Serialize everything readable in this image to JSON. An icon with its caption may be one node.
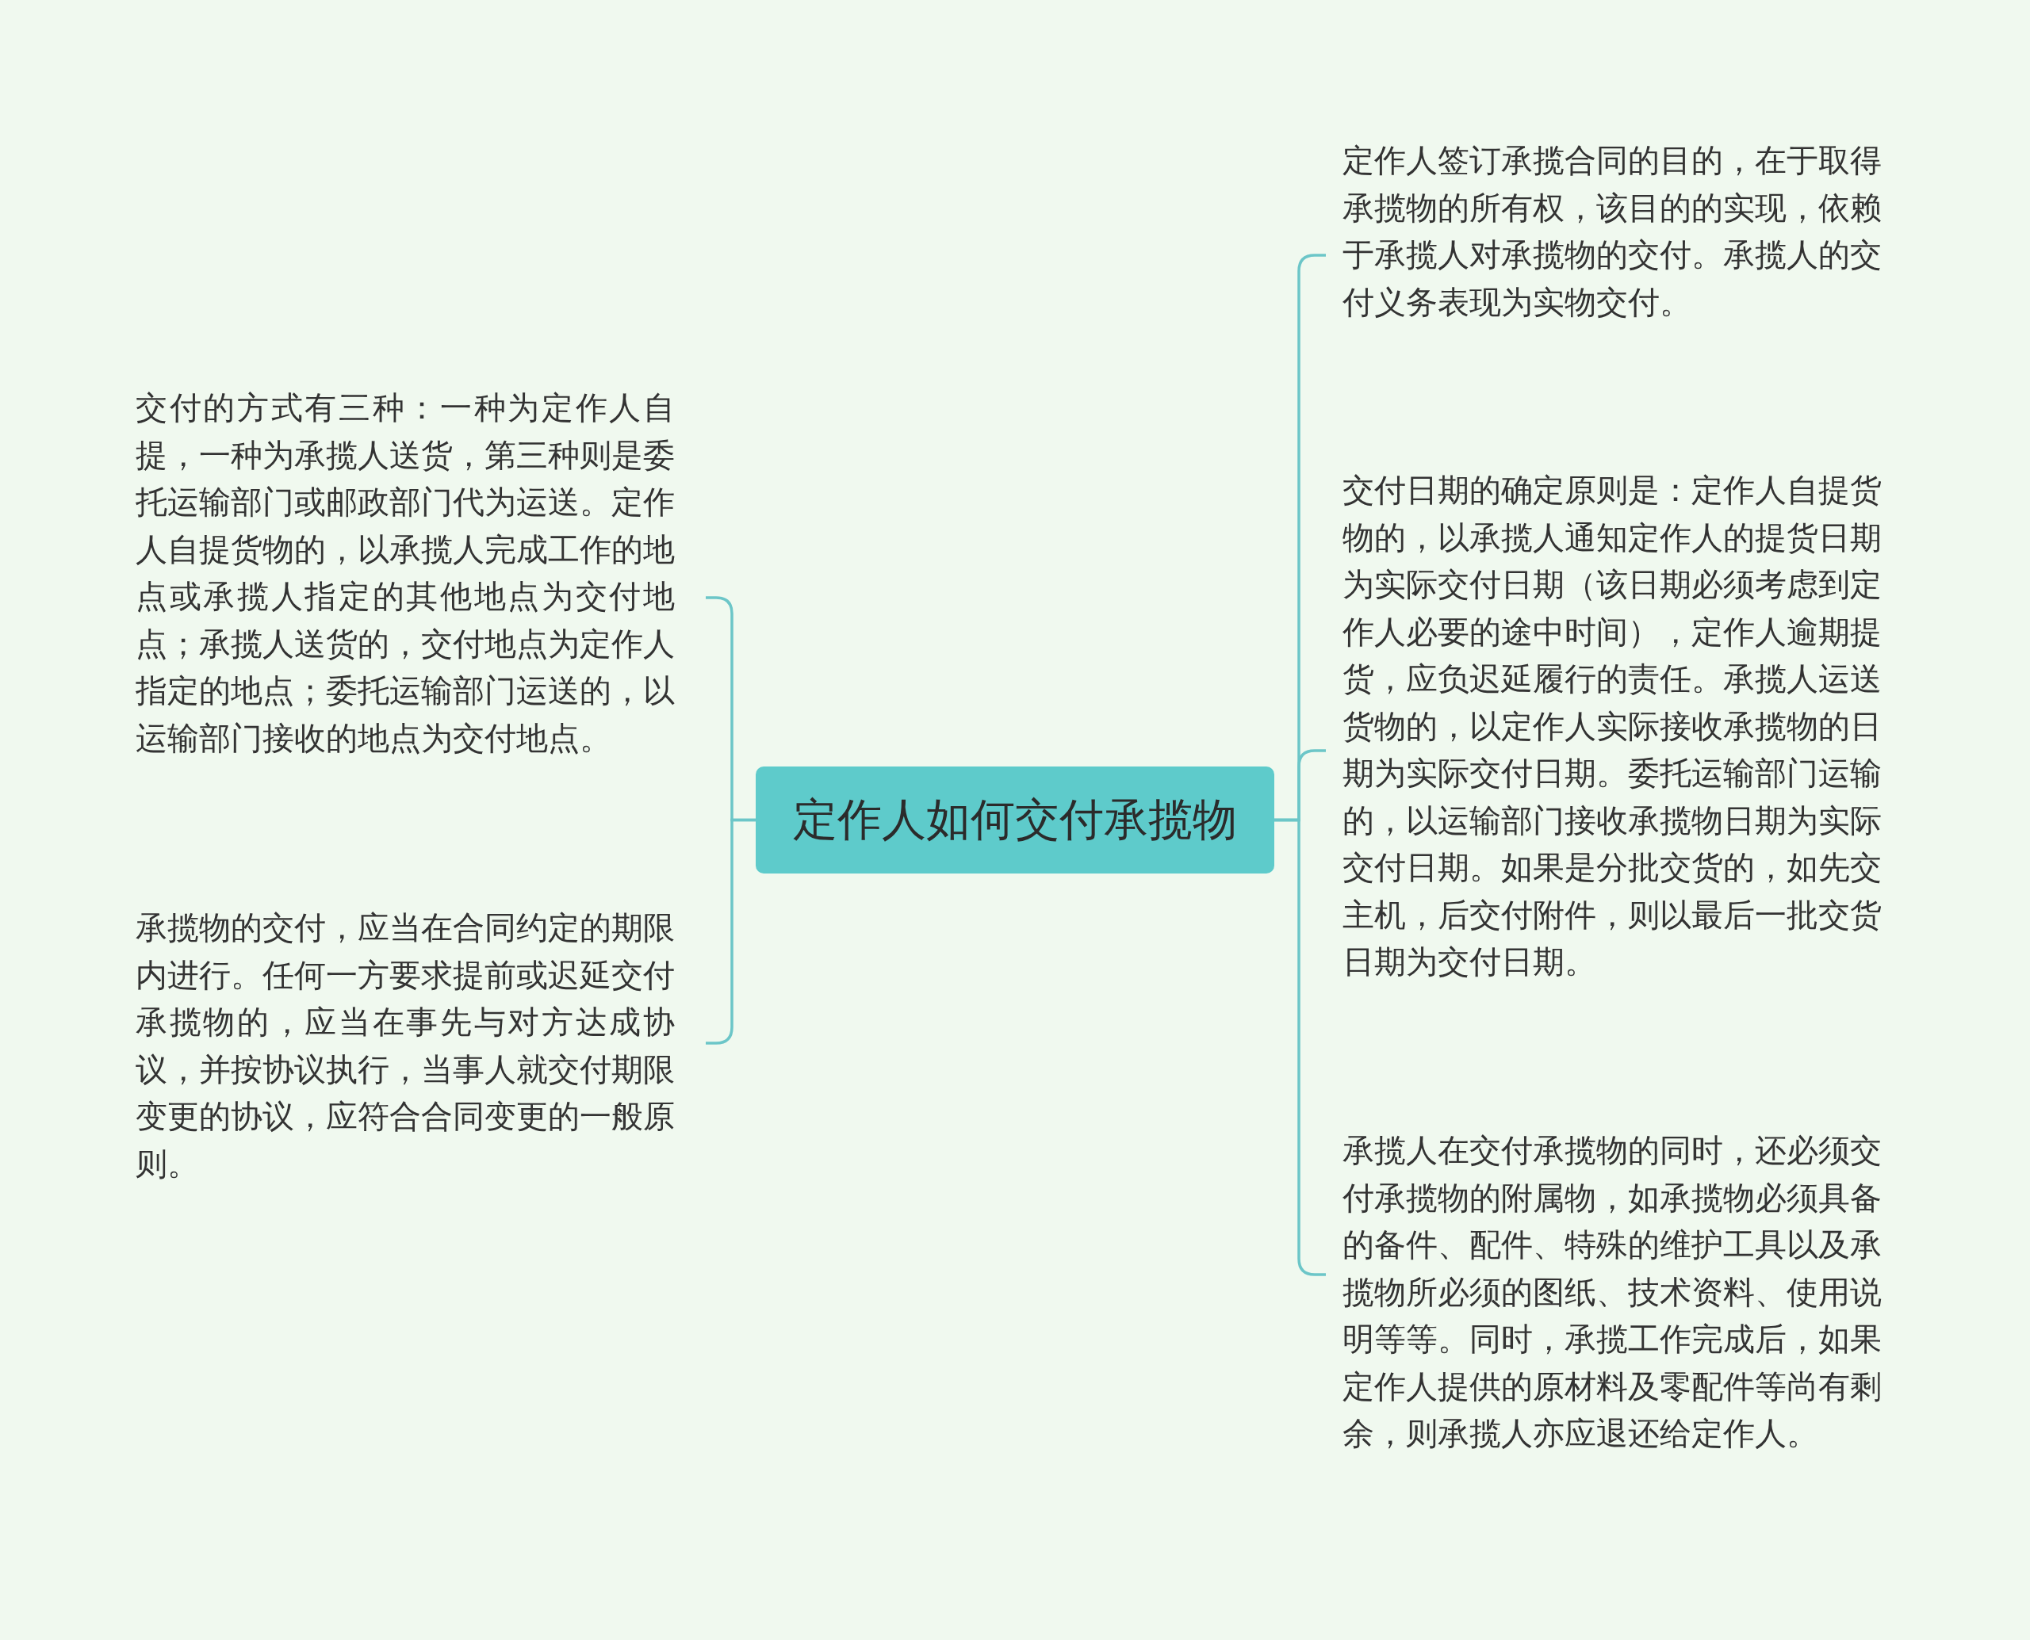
{
  "diagram": {
    "nodes": [
      {
        "text": [
          "定作人如何交付承揽物"
        ]
      },
      {
        "text": [
          "交付的方式有三种：一种为定作人自提，一种为承揽人送货，第三种则是委托运输部门或邮政部门代为运送。定作人自提货物的，以承揽人完成工作的地点或承揽人指定的其他地点为交付地点；承揽人送货的，交付地点为定作人指定的地点；委托运输部门运送的，以运输部门接收的地点为交付地点。"
        ]
      },
      {
        "text": [
          "承揽物的交付，应当在合同约定的期限内进行。任何一方要求提前或迟延交付承揽物的，应当在事先与对方达成协议，并按协议执行，当事人就交付期限变更的协议，应符合合同变更的一般原则。"
        ]
      },
      {
        "text": [
          "定作人签订承揽合同的目的，在于取得承揽物的所有权，该目的的实现，依赖于承揽人对承揽物的交付。承揽人的交付义务表现为实物交付。"
        ]
      },
      {
        "text": [
          "交付日期的确定原则是：定作人自提货物的，以承揽人通知定作人的提货日期为实际交付日期（该日期必须考虑到定作人必要的途中时间），定作人逾期提货，应负迟延履行的责任。承揽人运送货物的，以定作人实际接收承揽物的日期为实际交付日期。委托运输部门运输的，以运输部门接收承揽物日期为实际交付日期。如果是分批交货的，如先交主机，后交付附件，则以最后一批交货日期为交付日期。"
        ]
      },
      {
        "text": [
          "承揽人在交付承揽物的同时，还必须交付承揽物的附属物，如承揽物必须具备的备件、配件、特殊的维护工具以及承揽物所必须的图纸、技术资料、使用说明等等。同时，承揽工作完成后，如果定作人提供的原材料及零配件等尚有剩余，则承揽人亦应退还给定作人。"
        ]
      }
    ],
    "edges": [
      {
        "from": 0,
        "to": 1,
        "arrow": "none"
      },
      {
        "from": 0,
        "to": 2,
        "arrow": "none"
      },
      {
        "from": 0,
        "to": 3,
        "arrow": "none"
      },
      {
        "from": 0,
        "to": 4,
        "arrow": "none"
      },
      {
        "from": 0,
        "to": 5,
        "arrow": "none"
      }
    ]
  }
}
